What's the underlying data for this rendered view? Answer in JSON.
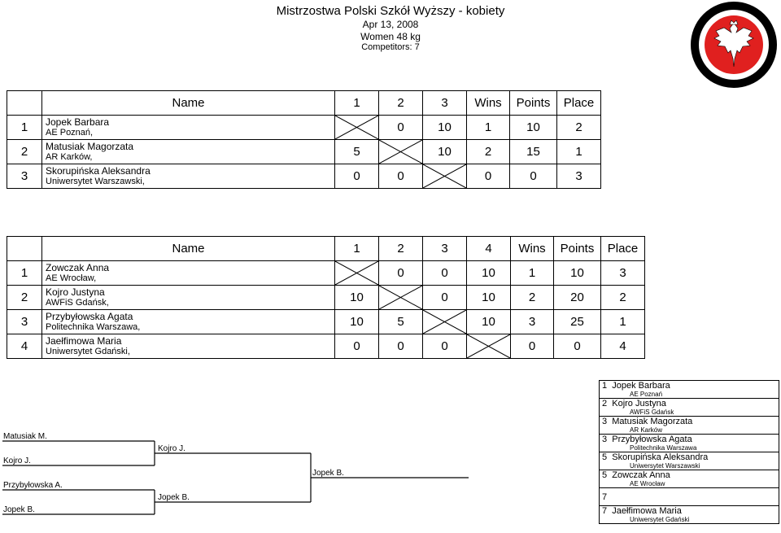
{
  "header": {
    "title": "Mistrzostwa Polski Szkół Wyższy - kobiety",
    "date": "Apr 13, 2008",
    "category": "Women 48 kg",
    "competitors": "Competitors: 7"
  },
  "colors": {
    "emblem_red": "#e0201f",
    "emblem_ring": "#000000",
    "line": "#000000"
  },
  "pool1": {
    "headers": [
      "Name",
      "1",
      "2",
      "3",
      "Wins",
      "Points",
      "Place"
    ],
    "rows": [
      {
        "idx": "1",
        "name": "Jopek Barbara",
        "club": "AE Poznań,",
        "scores": [
          "",
          "0",
          "10"
        ],
        "wins": "1",
        "points": "10",
        "place": "2"
      },
      {
        "idx": "2",
        "name": "Matusiak Magorzata",
        "club": "AR Karków,",
        "scores": [
          "5",
          "",
          "10"
        ],
        "wins": "2",
        "points": "15",
        "place": "1"
      },
      {
        "idx": "3",
        "name": "Skorupińska Aleksandra",
        "club": "Uniwersytet Warszawski,",
        "scores": [
          "0",
          "0",
          ""
        ],
        "wins": "0",
        "points": "0",
        "place": "3"
      }
    ]
  },
  "pool2": {
    "headers": [
      "Name",
      "1",
      "2",
      "3",
      "4",
      "Wins",
      "Points",
      "Place"
    ],
    "rows": [
      {
        "idx": "1",
        "name": "Zowczak Anna",
        "club": "AE Wrocław,",
        "scores": [
          "",
          "0",
          "0",
          "10"
        ],
        "wins": "1",
        "points": "10",
        "place": "3"
      },
      {
        "idx": "2",
        "name": "Kojro Justyna",
        "club": "AWFiS Gdańsk,",
        "scores": [
          "10",
          "",
          "0",
          "10"
        ],
        "wins": "2",
        "points": "20",
        "place": "2"
      },
      {
        "idx": "3",
        "name": "Przybyłowska Agata",
        "club": "Politechnika Warszawa,",
        "scores": [
          "10",
          "5",
          "",
          "10"
        ],
        "wins": "3",
        "points": "25",
        "place": "1"
      },
      {
        "idx": "4",
        "name": "Jaełfimowa Maria",
        "club": "Uniwersytet Gdański,",
        "scores": [
          "0",
          "0",
          "0",
          ""
        ],
        "wins": "0",
        "points": "0",
        "place": "4"
      }
    ]
  },
  "bracket": {
    "r1": [
      "Matusiak M.",
      "Kojro J.",
      "Przybyłowska A.",
      "Jopek B."
    ],
    "r2": [
      "Kojro J.",
      "Jopek B."
    ],
    "final": "Jopek B."
  },
  "results": [
    {
      "place": "1",
      "name": "Jopek Barbara",
      "club": "AE Poznań"
    },
    {
      "place": "2",
      "name": "Kojro Justyna",
      "club": "AWFiS Gdańsk"
    },
    {
      "place": "3",
      "name": "Matusiak Magorzata",
      "club": "AR Karków"
    },
    {
      "place": "3",
      "name": "Przybyłowska Agata",
      "club": "Politechnika Warszawa"
    },
    {
      "place": "5",
      "name": "Skorupińska Aleksandra",
      "club": "Uniwersytet Warszawski"
    },
    {
      "place": "5",
      "name": "Zowczak Anna",
      "club": "AE Wrocław"
    },
    {
      "place": "7",
      "name": "",
      "club": ""
    },
    {
      "place": "7",
      "name": "Jaełfimowa Maria",
      "club": "Uniwersytet Gdański"
    }
  ]
}
